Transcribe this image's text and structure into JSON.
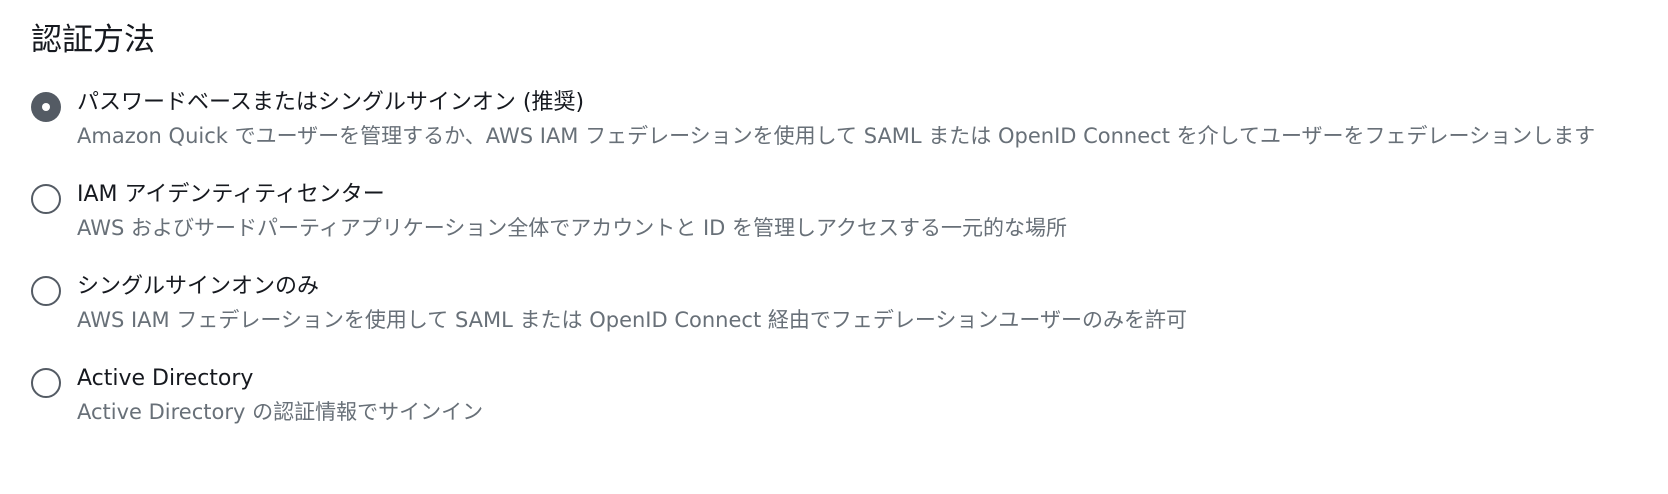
{
  "section": {
    "title": "認証方法"
  },
  "options": [
    {
      "label": "パスワードベースまたはシングルサインオン (推奨)",
      "description": "Amazon Quick でユーザーを管理するか、AWS IAM フェデレーションを使用して SAML または OpenID Connect を介してユーザーをフェデレーションします",
      "selected": true
    },
    {
      "label": "IAM アイデンティティセンター",
      "description": "AWS およびサードパーティアプリケーション全体でアカウントと ID を管理しアクセスする一元的な場所",
      "selected": false
    },
    {
      "label": "シングルサインオンのみ",
      "description": "AWS IAM フェデレーションを使用して SAML または OpenID Connect 経由でフェデレーションユーザーのみを許可",
      "selected": false
    },
    {
      "label": "Active Directory",
      "description": "Active Directory の認証情報でサインイン",
      "selected": false
    }
  ],
  "colors": {
    "radio_selected": "#545b64",
    "text_primary": "#16191f",
    "text_secondary": "#687078"
  }
}
